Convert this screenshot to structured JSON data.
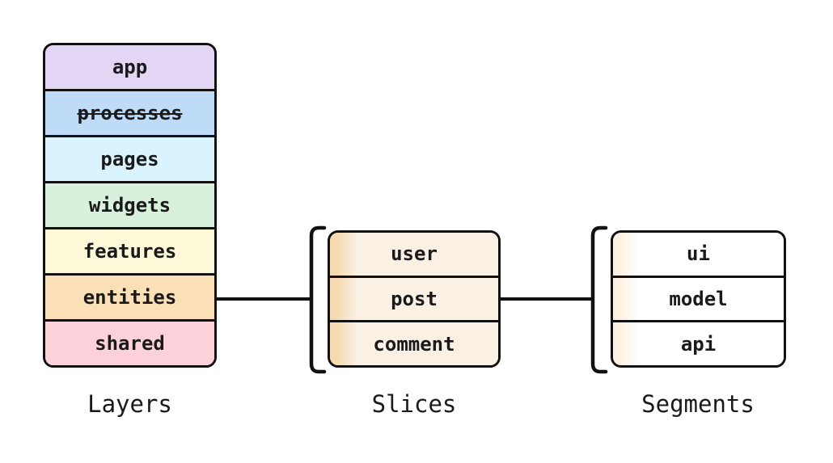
{
  "diagram": {
    "stroke_color": "#111111",
    "text_color": "#1a1a1a",
    "background_color": "#ffffff",
    "groups": {
      "layers": {
        "label": "Layers",
        "rows": [
          {
            "label": "app",
            "color": "#e3d6f5",
            "strikethrough": false
          },
          {
            "label": "processes",
            "color": "#bedcf7",
            "strikethrough": true
          },
          {
            "label": "pages",
            "color": "#d9f4fd",
            "strikethrough": false
          },
          {
            "label": "widgets",
            "color": "#d8f1dc",
            "strikethrough": false
          },
          {
            "label": "features",
            "color": "#fdf8d7",
            "strikethrough": false
          },
          {
            "label": "entities",
            "color": "#fbdfb7",
            "strikethrough": false
          },
          {
            "label": "shared",
            "color": "#fcd1da",
            "strikethrough": false
          }
        ]
      },
      "slices": {
        "label": "Slices",
        "row_color": {
          "edge": "#f6d9ae",
          "fill": "#faf0e3"
        },
        "rows": [
          {
            "label": "user"
          },
          {
            "label": "post"
          },
          {
            "label": "comment"
          }
        ]
      },
      "segments": {
        "label": "Segments",
        "row_color": {
          "edge": "#fdf2e2",
          "fill": "#ffffff"
        },
        "rows": [
          {
            "label": "ui"
          },
          {
            "label": "model"
          },
          {
            "label": "api"
          }
        ]
      }
    },
    "connections": [
      {
        "from": "entities",
        "to": "Slices"
      },
      {
        "from": "Slices",
        "to": "Segments"
      }
    ]
  }
}
